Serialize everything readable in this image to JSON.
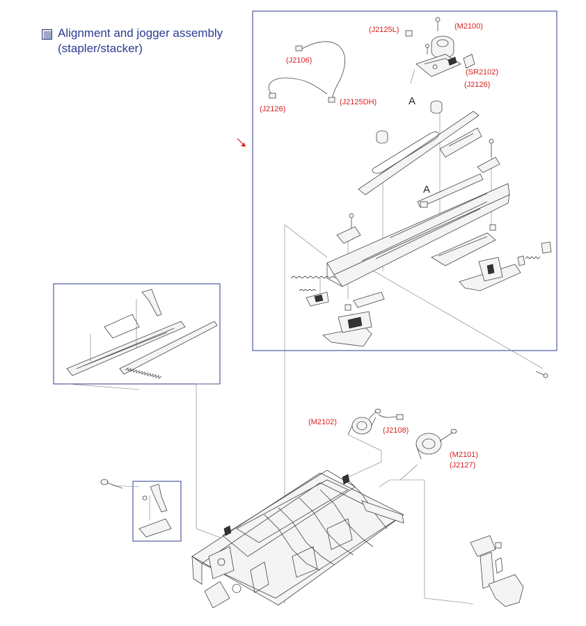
{
  "title": {
    "line1": "Alignment and jogger assembly",
    "line2": "(stapler/stacker)"
  },
  "callouts": {
    "j2125l": "(J2125L)",
    "m2100": "(M2100)",
    "j2106": "(J2106)",
    "sr2102": "(SR2102)",
    "j2126_right": "(J2126)",
    "j2126_left": "(J2126)",
    "j2125dh": "(J2125DH)",
    "ref_a_top": "A",
    "ref_a_mid": "A",
    "m2102": "(M2102)",
    "j2108": "(J2108)",
    "m2101": "(M2101)",
    "j2127": "(J2127)"
  },
  "colors": {
    "title": "#2b3a8f",
    "callout": "#d62020",
    "frame": "#2b3a8f",
    "arrow": "#d62020"
  },
  "icons": {
    "title_bullet": "checkbox-icon",
    "pointer": "arrow-down-right-icon"
  }
}
